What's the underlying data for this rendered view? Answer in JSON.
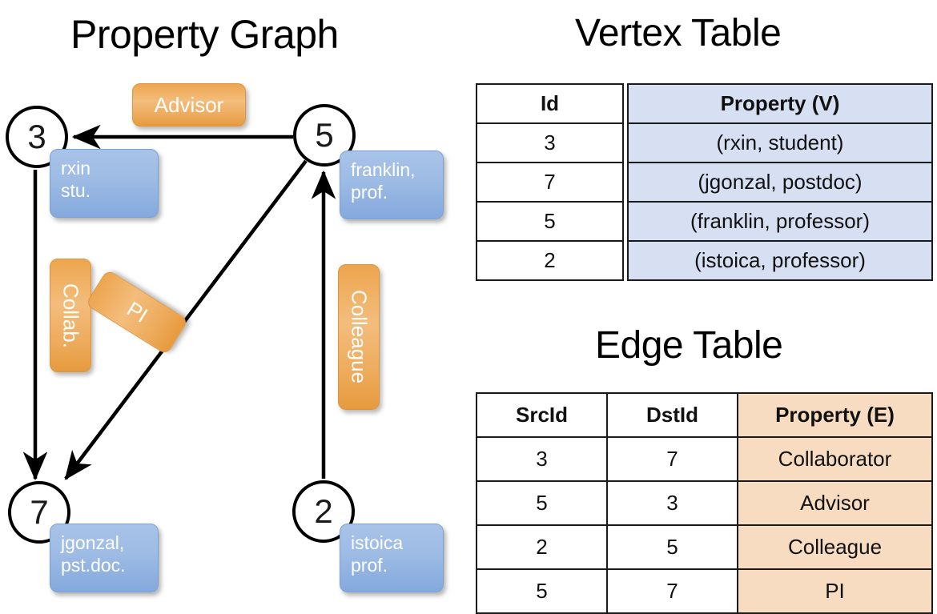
{
  "titles": {
    "property_graph": "Property Graph",
    "vertex_table": "Vertex Table",
    "edge_table": "Edge Table"
  },
  "graph": {
    "nodes": [
      {
        "id": "3",
        "property_label": "rxin\nstu.",
        "line1": "rxin",
        "line2": "stu."
      },
      {
        "id": "5",
        "property_label": "franklin,\nprof.",
        "line1": "franklin,",
        "line2": "prof."
      },
      {
        "id": "7",
        "property_label": "jgonzal,\npst.doc.",
        "line1": "jgonzal,",
        "line2": "pst.doc."
      },
      {
        "id": "2",
        "property_label": "istoica\nprof.",
        "line1": "istoica",
        "line2": "prof."
      }
    ],
    "edge_labels": [
      {
        "name": "advisor",
        "text": "Advisor",
        "orientation": "horizontal"
      },
      {
        "name": "collab",
        "text": "Collab.",
        "orientation": "vertical"
      },
      {
        "name": "pi",
        "text": "PI",
        "orientation": "rotated"
      },
      {
        "name": "colleague",
        "text": "Colleague",
        "orientation": "vertical"
      }
    ],
    "edges": [
      {
        "src": "5",
        "dst": "3",
        "label": "Advisor"
      },
      {
        "src": "3",
        "dst": "7",
        "label": "Collab."
      },
      {
        "src": "5",
        "dst": "7",
        "label": "PI"
      },
      {
        "src": "2",
        "dst": "5",
        "label": "Colleague"
      }
    ]
  },
  "vertex_table": {
    "headers": {
      "id": "Id",
      "property": "Property (V)"
    },
    "rows": [
      {
        "id": "3",
        "property": "(rxin, student)"
      },
      {
        "id": "7",
        "property": "(jgonzal, postdoc)"
      },
      {
        "id": "5",
        "property": "(franklin, professor)"
      },
      {
        "id": "2",
        "property": "(istoica, professor)"
      }
    ]
  },
  "edge_table": {
    "headers": {
      "src": "SrcId",
      "dst": "DstId",
      "property": "Property (E)"
    },
    "rows": [
      {
        "src": "3",
        "dst": "7",
        "property": "Collaborator"
      },
      {
        "src": "5",
        "dst": "3",
        "property": "Advisor"
      },
      {
        "src": "2",
        "dst": "5",
        "property": "Colleague"
      },
      {
        "src": "5",
        "dst": "7",
        "property": "PI"
      }
    ]
  },
  "colors": {
    "vertex_property_fill": "#d6e0f2",
    "edge_property_fill": "#f7dcc1",
    "node_box_blue": "#9dbbe4",
    "edge_label_orange": "#eda54e",
    "stroke": "#1a1a1a"
  }
}
